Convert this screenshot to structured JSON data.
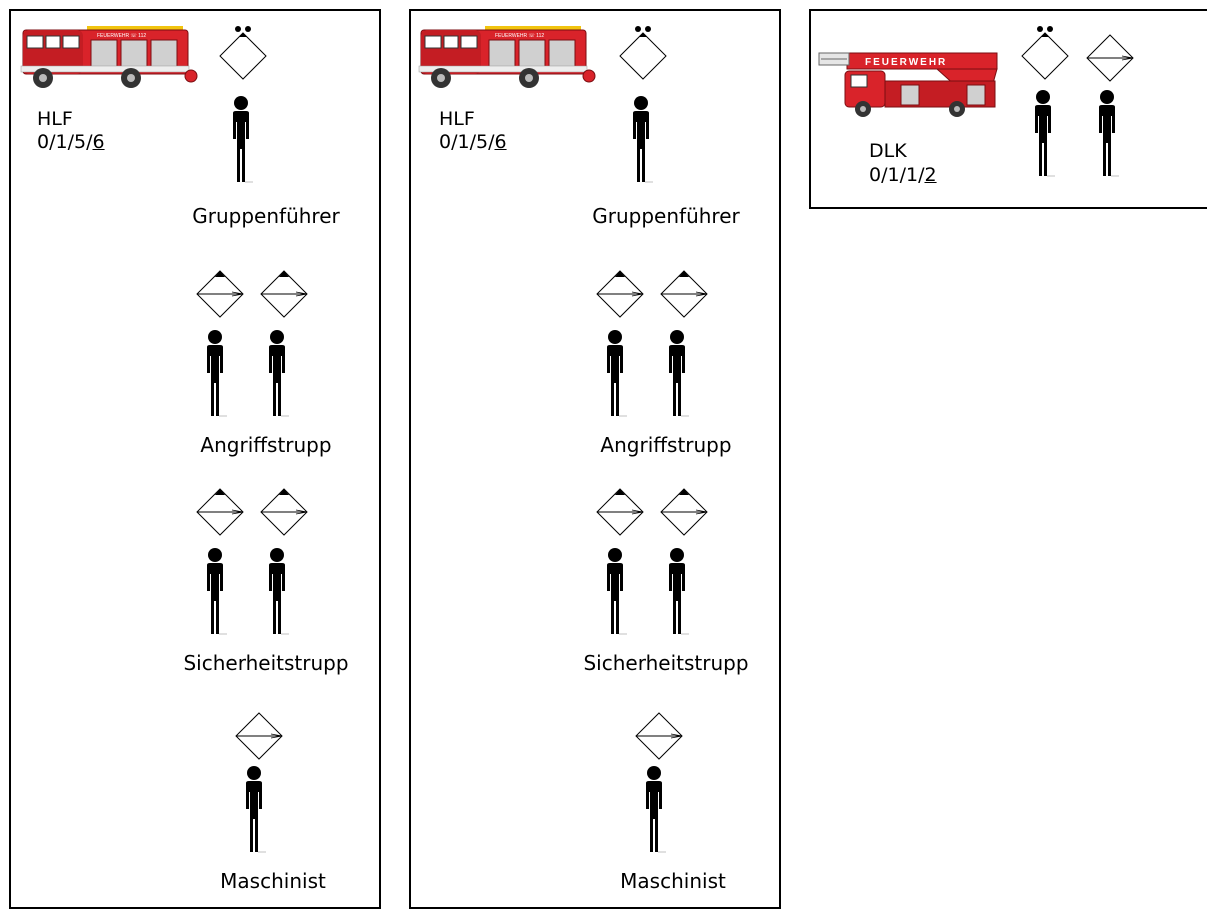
{
  "colors": {
    "truck_red": "#d9232a",
    "line": "#000000",
    "background": "#ffffff"
  },
  "units": [
    {
      "vehicle": "HLF",
      "crew_prefix": "0/1/5/",
      "crew_total": "6",
      "truck_lettering": "FEUERWEHR ☏ 112",
      "roles": [
        {
          "label": "Gruppenführer",
          "symbol": "leader-diamond-icon",
          "persons": 1
        },
        {
          "label": "Angriffstrupp",
          "symbol": "troop-diamond-icon",
          "persons": 2
        },
        {
          "label": "Sicherheitstrupp",
          "symbol": "troop-diamond-icon",
          "persons": 2
        },
        {
          "label": "Maschinist",
          "symbol": "machinist-diamond-icon",
          "persons": 1
        }
      ]
    },
    {
      "vehicle": "HLF",
      "crew_prefix": "0/1/5/",
      "crew_total": "6",
      "truck_lettering": "FEUERWEHR ☏ 112",
      "roles": [
        {
          "label": "Gruppenführer",
          "symbol": "leader-diamond-icon",
          "persons": 1
        },
        {
          "label": "Angriffstrupp",
          "symbol": "troop-diamond-icon",
          "persons": 2
        },
        {
          "label": "Sicherheitstrupp",
          "symbol": "troop-diamond-icon",
          "persons": 2
        },
        {
          "label": "Maschinist",
          "symbol": "machinist-diamond-icon",
          "persons": 1
        }
      ]
    },
    {
      "vehicle": "DLK",
      "crew_prefix": "0/1/1/",
      "crew_total": "2",
      "truck_lettering": "FEUERWEHR",
      "roles": [
        {
          "label": "",
          "symbol": "leader-diamond-icon",
          "persons": 1
        },
        {
          "label": "",
          "symbol": "machinist-diamond-icon",
          "persons": 1
        }
      ]
    }
  ]
}
